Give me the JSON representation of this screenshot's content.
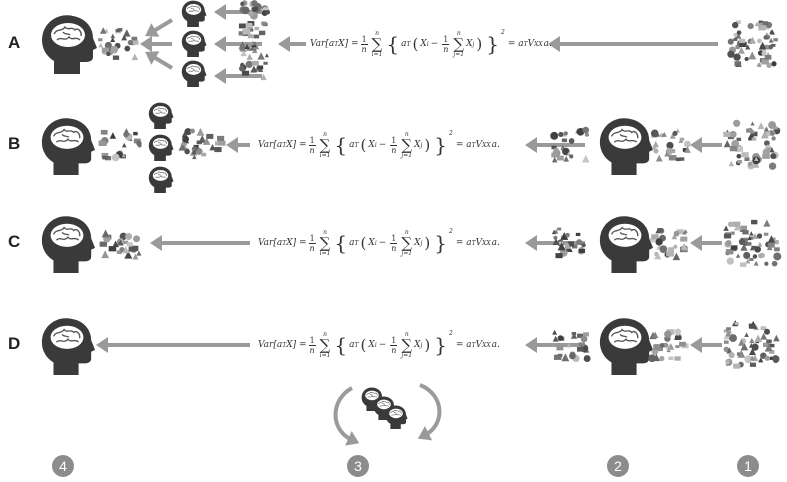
{
  "rows": [
    {
      "label": "A"
    },
    {
      "label": "B"
    },
    {
      "label": "C"
    },
    {
      "label": "D"
    }
  ],
  "formula": {
    "lhs": "Var[a",
    "lhs_sup": "T",
    "lhs_end": "X] =",
    "one": "1",
    "n": "n",
    "sum_top": "n",
    "sum_sigma": "∑",
    "sum_i": "i=1",
    "sum_j": "j=1",
    "lbrace": "{",
    "a": "a",
    "T": "T",
    "lparen": "(",
    "X": "X",
    "i": "i",
    "minus": "−",
    "j": "j",
    "rparen": ")",
    "rbrace": "}",
    "square": "2",
    "rhs_eq": "= a",
    "rhs_V": "V",
    "rhs_sub": "XX",
    "rhs_end": "a."
  },
  "steps": [
    "4",
    "3",
    "2",
    "1"
  ],
  "colors": {
    "arrow": "#9a9a9a",
    "head": "#3a3a3a",
    "step_circle": "#8c8c8c"
  }
}
